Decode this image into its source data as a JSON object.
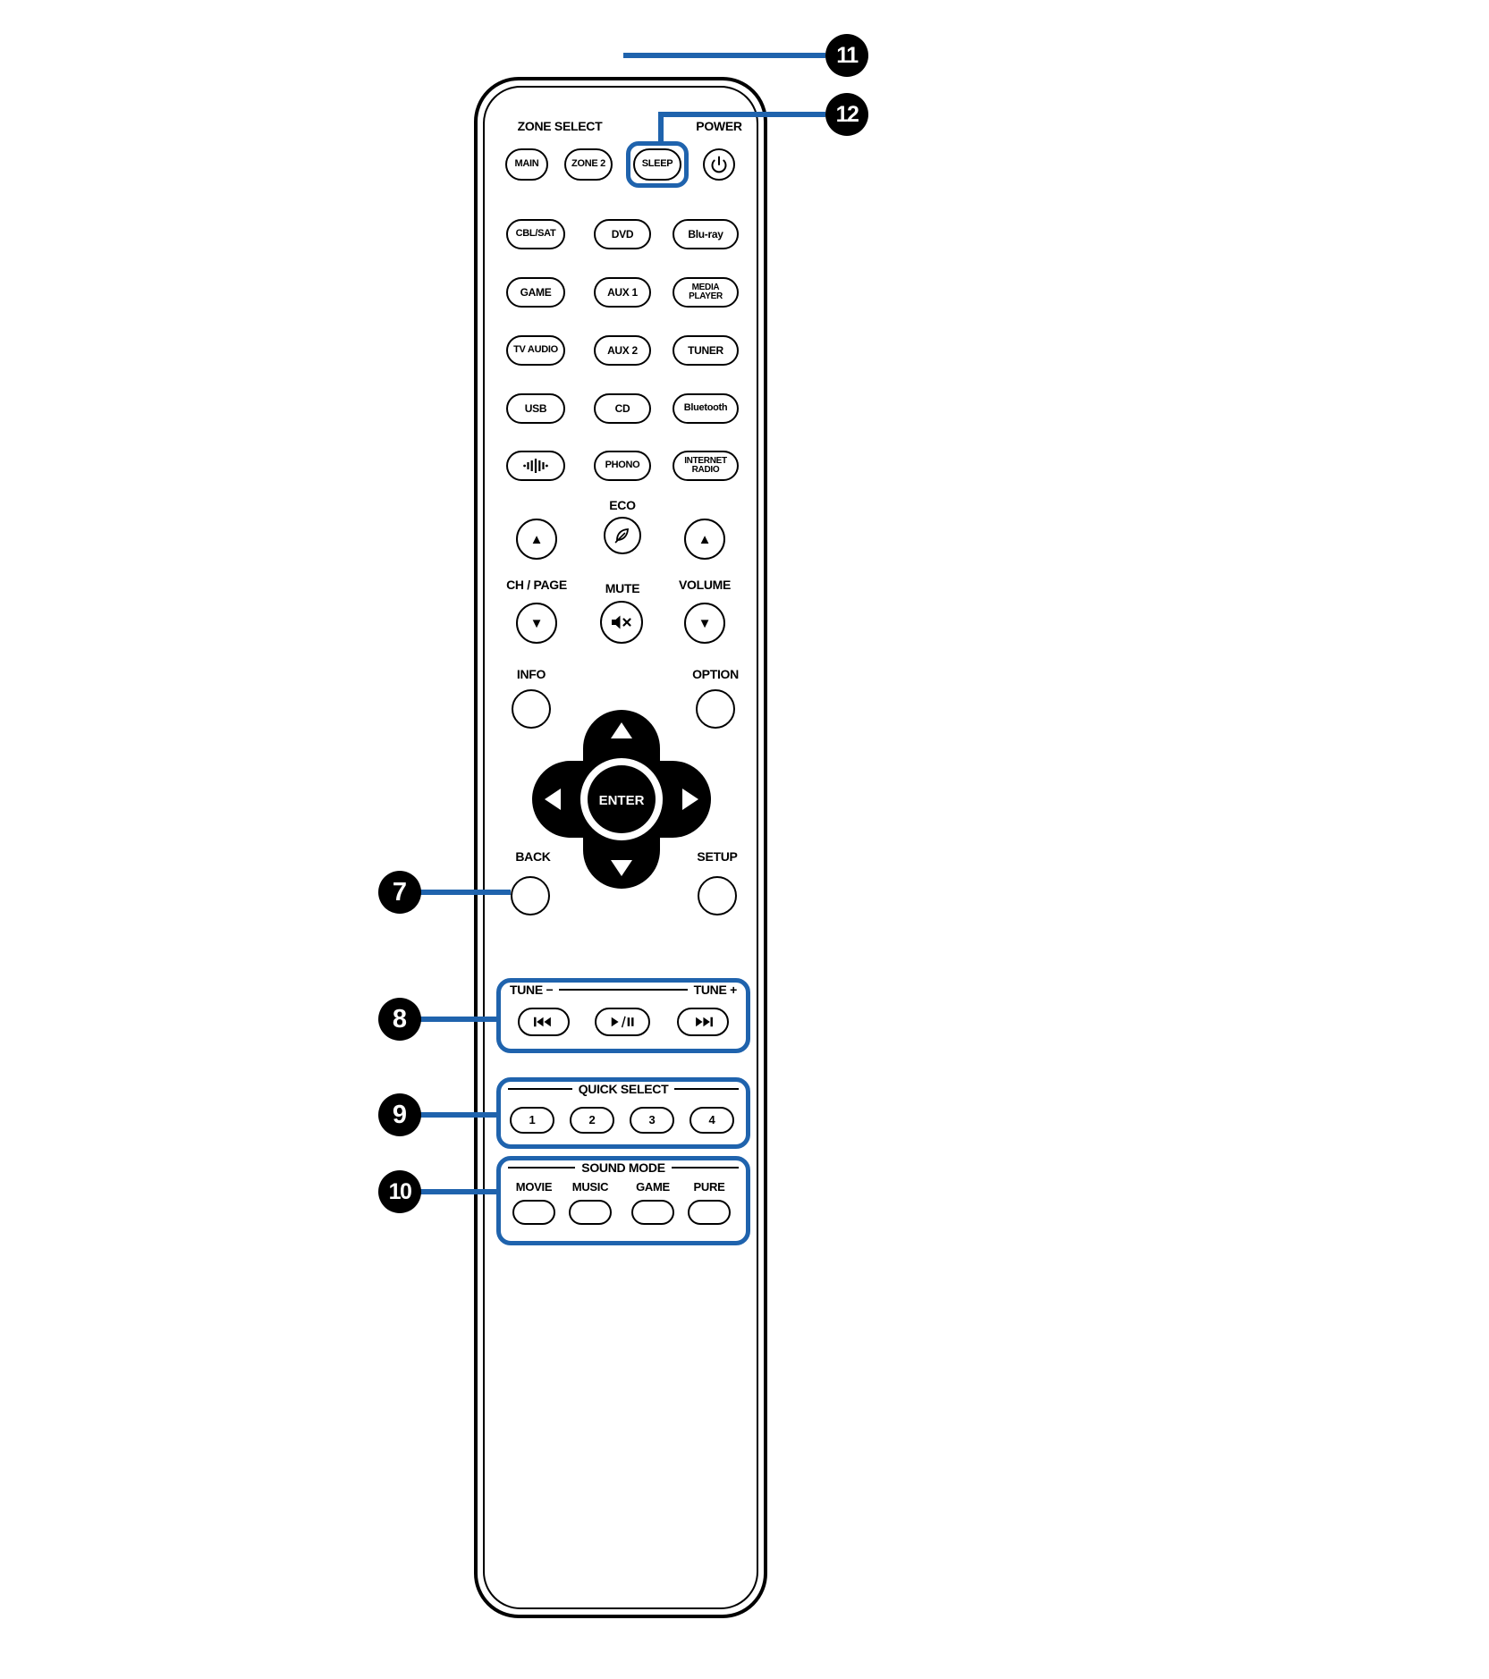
{
  "colors": {
    "accent": "#1f63ad",
    "ink": "#000000",
    "paper": "#ffffff"
  },
  "callouts": {
    "c7": "7",
    "c8": "8",
    "c9": "9",
    "c10": "10",
    "c11": "11",
    "c12": "12"
  },
  "zone": {
    "zone_select_label": "ZONE SELECT",
    "power_label": "POWER",
    "main": "MAIN",
    "zone2": "ZONE 2",
    "sleep": "SLEEP"
  },
  "sources": {
    "rows": [
      {
        "c1": "CBL/SAT",
        "c2": "DVD",
        "c3": "Blu-ray"
      },
      {
        "c1": "GAME",
        "c2": "AUX 1",
        "c3": "MEDIA PLAYER"
      },
      {
        "c1": "TV AUDIO",
        "c2": "AUX 2",
        "c3": "TUNER"
      },
      {
        "c1": "USB",
        "c2": "CD",
        "c3": "Bluetooth"
      },
      {
        "c2": "PHONO",
        "c3": "INTERNET RADIO"
      }
    ]
  },
  "center": {
    "eco": "ECO",
    "ch_page": "CH / PAGE",
    "mute": "MUTE",
    "volume": "VOLUME",
    "info": "INFO",
    "option": "OPTION"
  },
  "glyphs": {
    "up": "▲",
    "down": "▼"
  },
  "pad": {
    "enter": "ENTER",
    "back": "BACK",
    "setup": "SETUP"
  },
  "transport": {
    "tune_minus": "TUNE −",
    "tune_plus": "TUNE +"
  },
  "quick": {
    "title": "QUICK SELECT",
    "buttons": [
      "1",
      "2",
      "3",
      "4"
    ]
  },
  "sound": {
    "title": "SOUND MODE",
    "modes": [
      "MOVIE",
      "MUSIC",
      "GAME",
      "PURE"
    ]
  }
}
